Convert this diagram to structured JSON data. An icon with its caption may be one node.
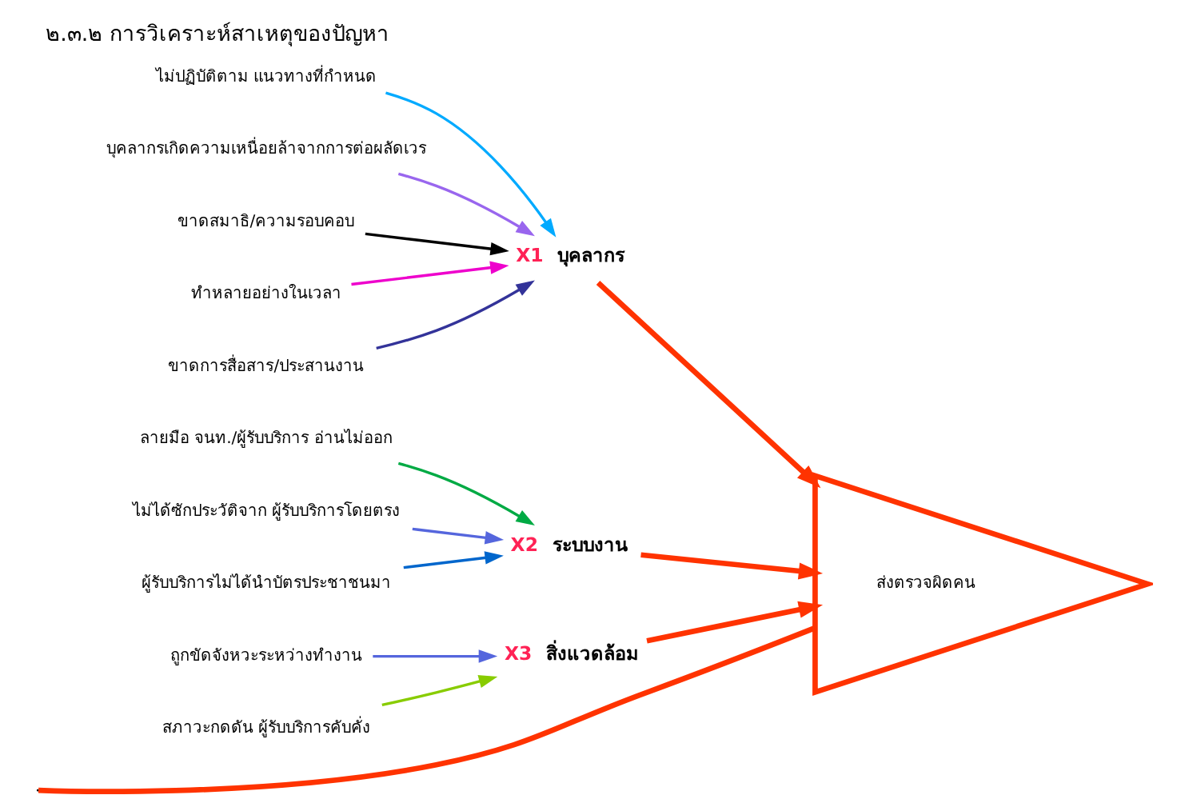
{
  "diagram": {
    "title": "๒.๓.๒ การวิเคราะห์สาเหตุของปัญหา",
    "nodes": [
      {
        "text": [
          "ส่งตรวจผิดคน"
        ]
      },
      {
        "text": [
          "X1",
          "บุคลากร"
        ]
      },
      {
        "text": [
          "ไม่ปฏิบัติตาม แนวทางที่กำหนด"
        ]
      },
      {
        "text": [
          "บุคลากรเกิดความเหนื่อยล้าจากการต่อผลัดเวร"
        ]
      },
      {
        "text": [
          "ขาดสมาธิ/ความรอบคอบ"
        ]
      },
      {
        "text": [
          "ทำหลายอย่างในเวลา"
        ]
      },
      {
        "text": [
          "ขาดการสื่อสาร/ประสานงาน"
        ]
      },
      {
        "text": [
          "X2",
          "ระบบงาน"
        ]
      },
      {
        "text": [
          "ลายมือ จนท./ผู้รับบริการ อ่านไม่ออก"
        ]
      },
      {
        "text": [
          "ไม่ได้ซักประวัติจาก ผู้รับบริการโดยตรง"
        ]
      },
      {
        "text": [
          "ผู้รับบริการไม่ได้นำบัตรประชาชนมา"
        ]
      },
      {
        "text": [
          "X3",
          "สิ่งแวดล้อม"
        ]
      },
      {
        "text": [
          "ถูกขัดจังหวะระหว่างทำงาน"
        ]
      },
      {
        "text": [
          "สภาวะกดดัน ผู้รับบริการคับคั่ง"
        ]
      }
    ],
    "edges": [
      {
        "from": null,
        "to": 0,
        "arrow": "none",
        "style": "thick",
        "color": "#ff3300"
      },
      {
        "from": 1,
        "to": 0,
        "arrow": "to",
        "style": "thick",
        "color": "#ff3300"
      },
      {
        "from": 2,
        "to": 1,
        "arrow": "to",
        "color": "#00aaff"
      },
      {
        "from": 3,
        "to": 1,
        "arrow": "to",
        "color": "#9966ee"
      },
      {
        "from": 4,
        "to": 1,
        "arrow": "to",
        "color": "#000000"
      },
      {
        "from": 5,
        "to": 1,
        "arrow": "to",
        "color": "#ee00cc"
      },
      {
        "from": 6,
        "to": 1,
        "arrow": "to",
        "color": "#333399"
      },
      {
        "from": 7,
        "to": 0,
        "arrow": "to",
        "style": "thick",
        "color": "#ff3300"
      },
      {
        "from": 8,
        "to": 7,
        "arrow": "to",
        "color": "#00aa44"
      },
      {
        "from": 9,
        "to": 7,
        "arrow": "to",
        "color": "#5566dd"
      },
      {
        "from": 10,
        "to": 7,
        "arrow": "to",
        "color": "#0066cc"
      },
      {
        "from": 11,
        "to": 0,
        "arrow": "to",
        "style": "thick",
        "color": "#ff3300"
      },
      {
        "from": 12,
        "to": 11,
        "arrow": "to",
        "color": "#5566dd"
      },
      {
        "from": 13,
        "to": 11,
        "arrow": "to",
        "color": "#88cc00"
      }
    ]
  }
}
